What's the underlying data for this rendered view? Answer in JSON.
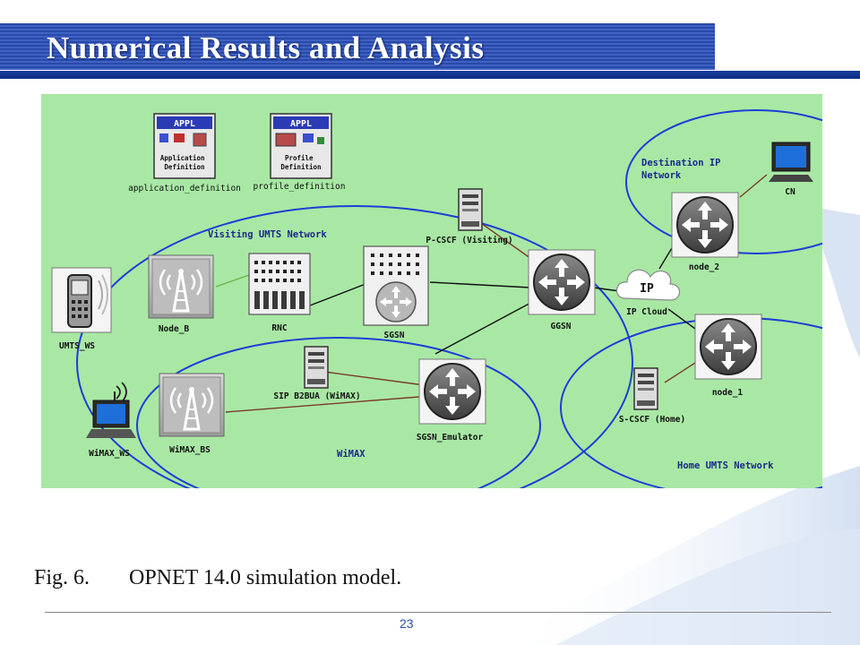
{
  "slide": {
    "title": "Numerical Results and Analysis",
    "page_number": "23"
  },
  "caption": {
    "figure_label": "Fig. 6.",
    "text": "OPNET 14.0 simulation model."
  },
  "diagram": {
    "colors": {
      "background": "#a8e8a4",
      "boundary": "#1c3ed6",
      "label": "#1a2a8a",
      "link_green": "#6fb04a",
      "link_brown": "#7a3b2a",
      "link_black": "#111111"
    },
    "networks": {
      "visiting": "Visiting UMTS Network",
      "destination": "Destination IP\nNetwork",
      "wimax": "WiMAX",
      "home": "Home UMTS Network"
    },
    "app_icons": {
      "appl_badge": "APPL",
      "application_definition_inner": "Application Definition",
      "profile_definition_inner": "Profile Definition"
    },
    "nodes": {
      "application_definition": "application_definition",
      "profile_definition": "profile_definition",
      "umts_ws": "UMTS_WS",
      "node_b": "Node_B",
      "rnc": "RNC",
      "sgsn": "SGSN",
      "p_cscf": "P-CSCF (Visiting)",
      "ggsn": "GGSN",
      "ip_cloud": "IP Cloud",
      "ip_cloud_badge": "IP",
      "node_2": "node_2",
      "cn": "CN",
      "node_1": "node_1",
      "s_cscf": "S-CSCF (Home)",
      "wimax_ws": "WiMAX_WS",
      "wimax_bs": "WiMAX_BS",
      "sip_b2bua": "SIP B2BUA (WiMAX)",
      "sgsn_emulator": "SGSN_Emulator"
    }
  }
}
